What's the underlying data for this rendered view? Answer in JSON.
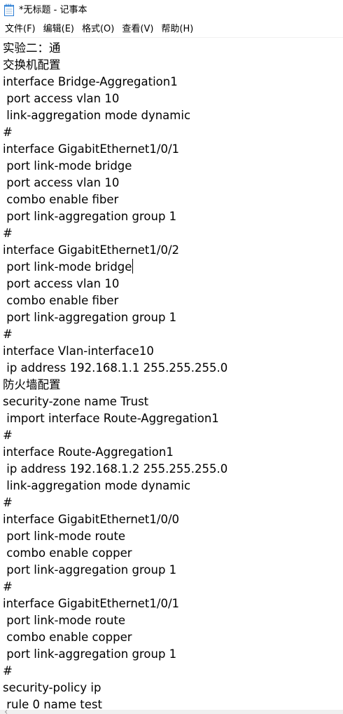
{
  "window": {
    "title": "*无标题 - 记事本"
  },
  "menu": {
    "items": [
      {
        "label": "文件(F)"
      },
      {
        "label": "编辑(E)"
      },
      {
        "label": "格式(O)"
      },
      {
        "label": "查看(V)"
      },
      {
        "label": "帮助(H)"
      }
    ]
  },
  "editor": {
    "lines": [
      "实验二：通",
      "交换机配置",
      "interface Bridge-Aggregation1",
      " port access vlan 10",
      " link-aggregation mode dynamic",
      "#",
      "interface GigabitEthernet1/0/1",
      " port link-mode bridge",
      " port access vlan 10",
      " combo enable fiber",
      " port link-aggregation group 1",
      "#",
      "interface GigabitEthernet1/0/2",
      " port link-mode bridge",
      " port access vlan 10",
      " combo enable fiber",
      " port link-aggregation group 1",
      "#",
      "interface Vlan-interface10",
      " ip address 192.168.1.1 255.255.255.0",
      "防火墙配置",
      "security-zone name Trust",
      " import interface Route-Aggregation1",
      "#",
      "interface Route-Aggregation1",
      " ip address 192.168.1.2 255.255.255.0",
      " link-aggregation mode dynamic",
      "#",
      "interface GigabitEthernet1/0/0",
      " port link-mode route",
      " combo enable copper",
      " port link-aggregation group 1",
      "#",
      "interface GigabitEthernet1/0/1",
      " port link-mode route",
      " combo enable copper",
      " port link-aggregation group 1",
      "#",
      "security-policy ip",
      " rule 0 name test"
    ],
    "caret_line": 13
  },
  "colors": {
    "background": "#ffffff",
    "text": "#000000",
    "scrollbar": "#f0f0f0"
  },
  "icons": {
    "app": "notepad-icon",
    "scroll_left": "chevron-left-icon"
  }
}
